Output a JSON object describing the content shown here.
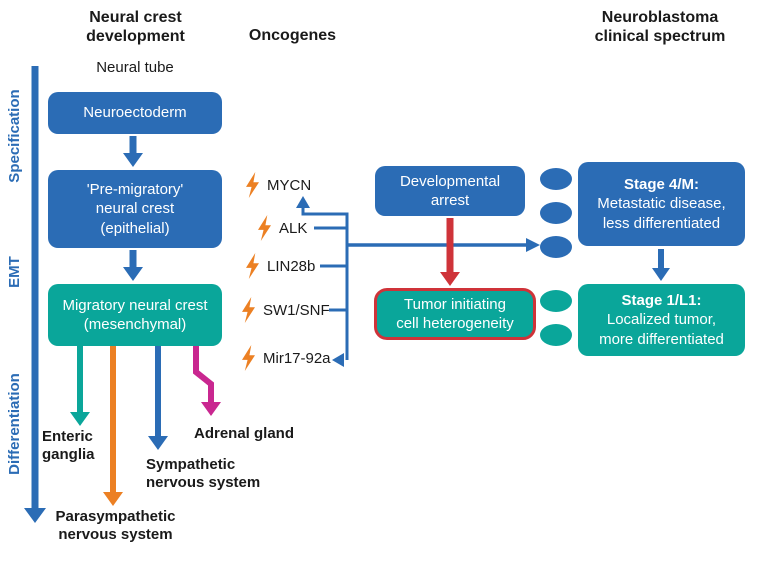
{
  "colors": {
    "primary_blue": "#2b6cb5",
    "teal": "#0aa69a",
    "orange": "#ec8023",
    "magenta": "#c92790",
    "red": "#cf3339",
    "text": "#1a1a1a",
    "box_text": "#ffffff"
  },
  "headers": {
    "development": "Neural crest\ndevelopment",
    "oncogenes": "Oncogenes",
    "clinical": "Neuroblastoma\nclinical spectrum"
  },
  "axis": {
    "specification": "Specification",
    "emt": "EMT",
    "differentiation": "Differentiation"
  },
  "development": {
    "neural_tube": "Neural tube",
    "neuroectoderm": "Neuroectoderm",
    "premigratory": "'Pre-migratory'\nneural crest\n(epithelial)",
    "migratory": "Migratory neural crest\n(mesenchymal)",
    "targets": {
      "enteric": "Enteric\nganglia",
      "sympathetic": "Sympathetic\nnervous system",
      "parasympathetic": "Parasympathetic\nnervous system",
      "adrenal": "Adrenal gland"
    }
  },
  "oncogenes": [
    "MYCN",
    "ALK",
    "LIN28b",
    "SW1/SNF",
    "Mir17-92a"
  ],
  "middle": {
    "developmental_arrest": "Developmental\narrest",
    "tumor_initiating": "Tumor initiating\ncell heterogeneity"
  },
  "clinical": {
    "stage4_title": "Stage 4/M:",
    "stage4_body": "Metastatic disease,\nless differentiated",
    "stage1_title": "Stage 1/L1:",
    "stage1_body": "Localized tumor,\nmore differentiated"
  }
}
